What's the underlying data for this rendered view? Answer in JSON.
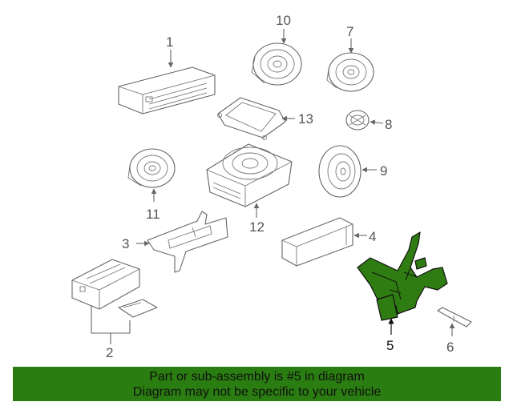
{
  "callouts": {
    "c1": "1",
    "c2": "2",
    "c3": "3",
    "c4": "4",
    "c5": "5",
    "c6": "6",
    "c7": "7",
    "c8": "8",
    "c9": "9",
    "c10": "10",
    "c11": "11",
    "c12": "12",
    "c13": "13"
  },
  "highlighted_part": "5",
  "banner": {
    "line1": "Part or sub-assembly is #5 in diagram",
    "line2": "Diagram may not be specific to your vehicle",
    "color": "#2a7d10"
  },
  "highlight_color": "#2f7d12"
}
